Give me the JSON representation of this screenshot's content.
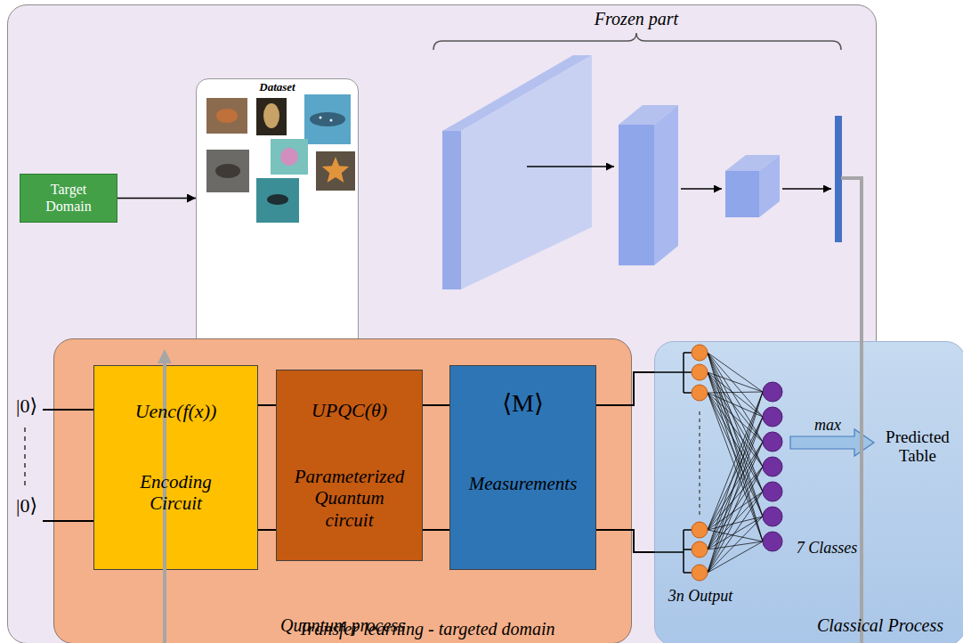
{
  "diagram": {
    "nodes": [
      {
        "text": [
          "Transfer learning - targeted domain"
        ]
      },
      {
        "text": [
          "Target Domain"
        ],
        "in": 0
      },
      {
        "text": [
          "Dataset"
        ],
        "in": 0
      },
      {
        "text": [
          "Quantum process"
        ]
      },
      {
        "text": [
          "Uenc(f(x))",
          "Encoding Circuit"
        ],
        "in": 3
      },
      {
        "text": [
          "UPQC(θ)",
          "Parameterized Quantum circuit"
        ],
        "in": 3
      },
      {
        "text": [
          "⟨M⟩",
          "Measurements"
        ],
        "in": 3
      },
      {
        "text": [
          "Classical Process"
        ]
      }
    ],
    "edges": [
      {
        "from": 1,
        "to": 2,
        "arrow": "to"
      },
      {
        "from": 0,
        "to": 4,
        "arrow": "to"
      },
      {
        "from": 4,
        "to": 5,
        "arrow": "none"
      },
      {
        "from": 5,
        "to": 6,
        "arrow": "none"
      },
      {
        "from": 6,
        "to": 7,
        "arrow": "none"
      }
    ],
    "labels": [
      "Frozen part",
      "|0⟩",
      "|0⟩",
      "max",
      "Predicted Table",
      "7 Classes",
      "3n Output"
    ]
  }
}
